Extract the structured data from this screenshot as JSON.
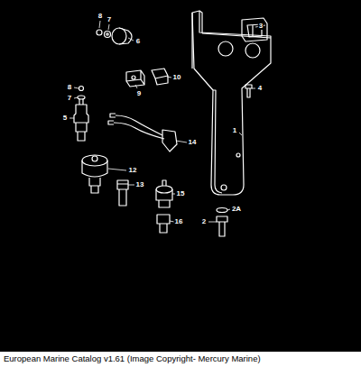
{
  "diagram": {
    "caption": "European Marine Catalog v1.61 (Image Copyright- Mercury Marine)",
    "labels": [
      "8",
      "7",
      "3",
      "6",
      "4",
      "10",
      "9",
      "8",
      "7",
      "5",
      "14",
      "1",
      "12",
      "13",
      "15",
      "2A",
      "2",
      "16"
    ]
  }
}
